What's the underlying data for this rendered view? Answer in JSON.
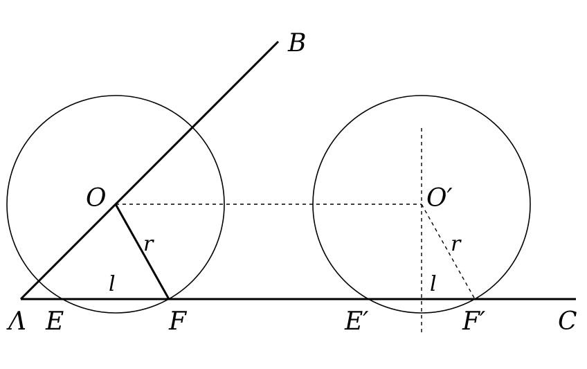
{
  "labels": {
    "point_a": "Λ",
    "point_e": "E",
    "point_f": "F",
    "point_b": "B",
    "point_o": "O",
    "point_o_prime": "O′",
    "point_e_prime": "E′",
    "point_f_prime": "F′",
    "point_c": "C",
    "radius_left": "r",
    "radius_right": "r",
    "length_left": "l",
    "length_right": "l"
  },
  "colors": {
    "stroke": "#000000",
    "background": "#ffffff"
  }
}
